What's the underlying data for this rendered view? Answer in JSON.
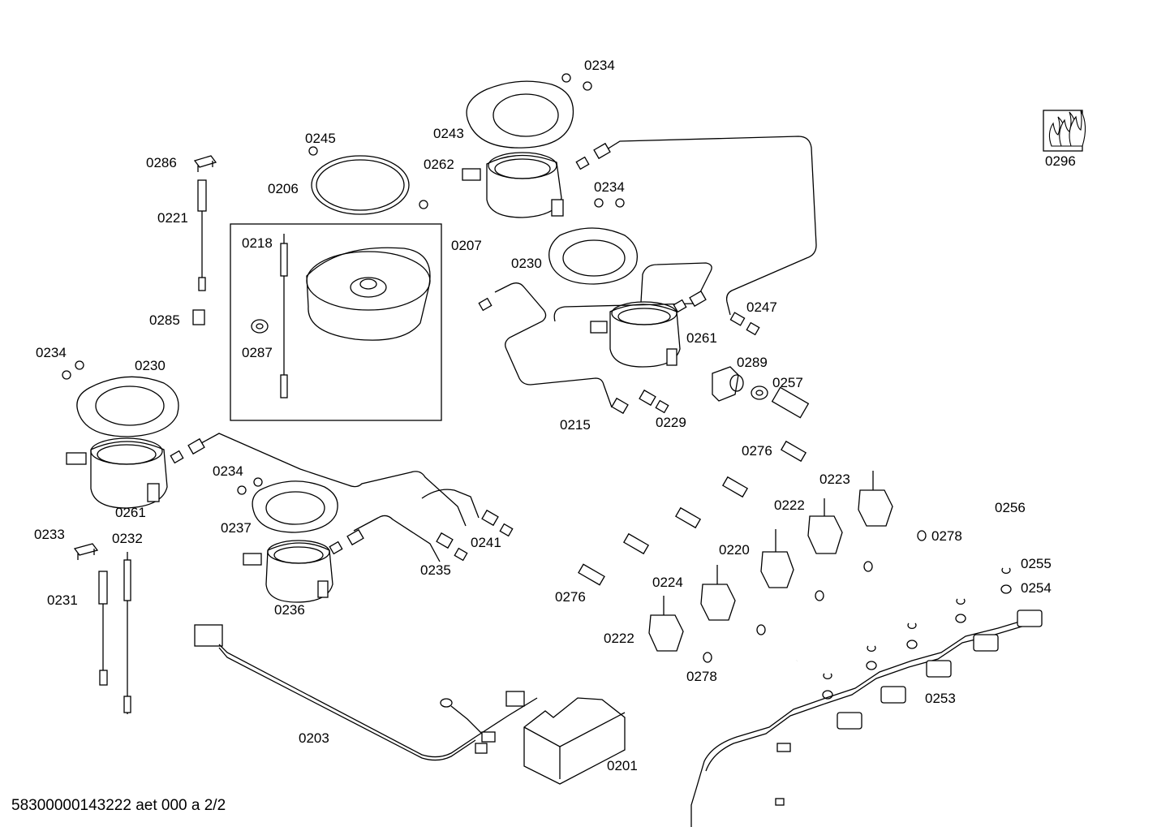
{
  "diagram": {
    "document_id": "58300000143222 aet 000 a 2/2",
    "part_numbers": {
      "p0234a": "0234",
      "p0243": "0243",
      "p0262": "0262",
      "p0234b": "0234",
      "p0245": "0245",
      "p0206": "0206",
      "p0286": "0286",
      "p0221": "0221",
      "p0218": "0218",
      "p0207": "0207",
      "p0230a": "0230",
      "p0285": "0285",
      "p0287": "0287",
      "p0247": "0247",
      "p0261a": "0261",
      "p0289": "0289",
      "p0257": "0257",
      "p0234c": "0234",
      "p0230b": "0230",
      "p0215": "0215",
      "p0229": "0229",
      "p0276a": "0276",
      "p0223": "0223",
      "p0296": "0296",
      "p0261b": "0261",
      "p0234d": "0234",
      "p0222a": "0222",
      "p0256": "0256",
      "p0237": "0237",
      "p0278a": "0278",
      "p0220": "0220",
      "p0233": "0233",
      "p0232": "0232",
      "p0241": "0241",
      "p0255": "0255",
      "p0235": "0235",
      "p0224": "0224",
      "p0254": "0254",
      "p0276b": "0276",
      "p0231": "0231",
      "p0236": "0236",
      "p0222b": "0222",
      "p0278b": "0278",
      "p0253": "0253",
      "p0203": "0203",
      "p0201": "0201"
    }
  }
}
